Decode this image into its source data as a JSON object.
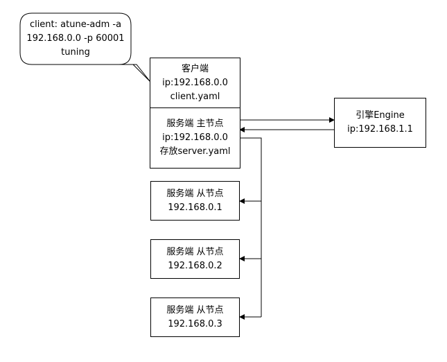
{
  "callout": {
    "lines": [
      "client: atune-adm -a",
      "192.168.0.0 -p 60001",
      "tuning"
    ]
  },
  "client_box": {
    "lines": [
      "客户端",
      "ip:192.168.0.0",
      "client.yaml"
    ]
  },
  "server_master": {
    "lines": [
      "服务端 主节点",
      "ip:192.168.0.0",
      "存放server.yaml"
    ]
  },
  "engine_box": {
    "lines": [
      "引擎Engine",
      "ip:192.168.1.1"
    ]
  },
  "slaves": [
    {
      "lines": [
        "服务端  从节点",
        "192.168.0.1"
      ]
    },
    {
      "lines": [
        "服务端  从节点",
        "192.168.0.2"
      ]
    },
    {
      "lines": [
        "服务端  从节点",
        "192.168.0.3"
      ]
    }
  ]
}
